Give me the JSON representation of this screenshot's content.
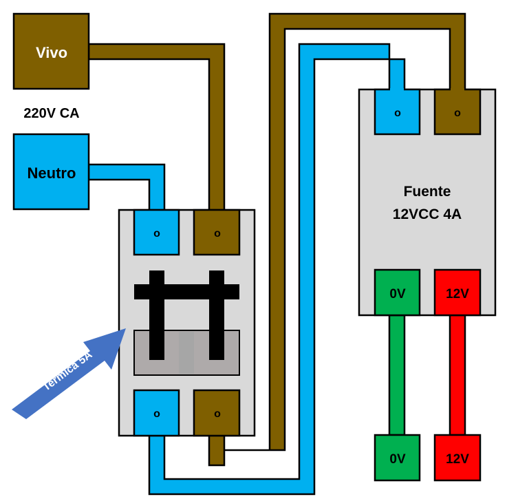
{
  "colors": {
    "live": "#7F5F00",
    "neutral": "#00B0F0",
    "ground": "#00B050",
    "positive": "#FF0000",
    "device_body": "#D9D9D9",
    "handle": "#000000",
    "slot": "#AEAAAA",
    "arrow": "#4472C4",
    "outline": "#000000"
  },
  "sources": {
    "vivo_label": "Vivo",
    "neutro_label": "Neutro",
    "supply_label": "220V CA"
  },
  "breaker": {
    "label": "Termica 5A",
    "terminal_mark": "o"
  },
  "power_supply": {
    "title_line1": "Fuente",
    "title_line2": "12VCC 4A",
    "terminal_mark": "o",
    "out_0v": "0V",
    "out_12v": "12V"
  },
  "outputs": {
    "out_0v": "0V",
    "out_12v": "12V"
  }
}
